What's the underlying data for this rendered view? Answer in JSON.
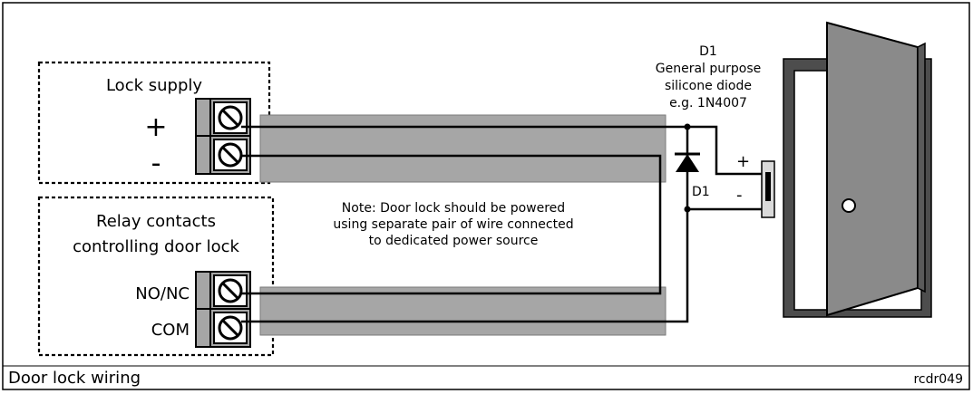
{
  "caption": "Door lock wiring",
  "figure_id": "rcdr049",
  "lock_supply": {
    "title": "Lock supply",
    "plus": "+",
    "minus": "-"
  },
  "relay": {
    "title_line1": "Relay contacts",
    "title_line2": "controlling door lock",
    "terminal_1": "NO/NC",
    "terminal_2": "COM"
  },
  "note": {
    "line1": "Note: Door lock should be powered",
    "line2": "using separate pair of wire connected",
    "line3": "to dedicated power source"
  },
  "diode": {
    "designator": "D1",
    "line1": "General purpose",
    "line2": "silicone diode",
    "line3": "e.g. 1N4007",
    "label": "D1"
  },
  "lock": {
    "plus": "+",
    "minus": "-"
  }
}
